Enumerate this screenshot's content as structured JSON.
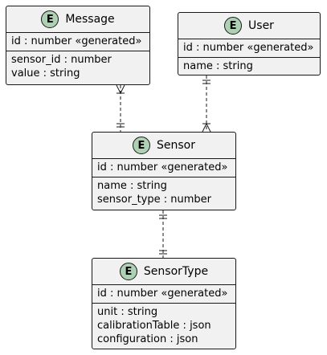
{
  "entity_badge_letter": "E",
  "colors": {
    "entity_fill": "#f1f1f1",
    "badge_fill": "#add1b2",
    "border": "#181818"
  },
  "entities": {
    "message": {
      "name": "Message",
      "pk": "id : number «generated»",
      "attrs": [
        "sensor_id : number",
        "value : string"
      ]
    },
    "user": {
      "name": "User",
      "pk": "id : number «generated»",
      "attrs": [
        "name : string"
      ]
    },
    "sensor": {
      "name": "Sensor",
      "pk": "id : number «generated»",
      "attrs": [
        "name : string",
        "sensor_type : number"
      ]
    },
    "sensortype": {
      "name": "SensorType",
      "pk": "id : number «generated»",
      "attrs": [
        "unit : string",
        "calibrationTable : json",
        "configuration : json"
      ]
    }
  },
  "relationships": [
    {
      "from": "Message",
      "to": "Sensor",
      "from_cardinality": "one-or-many",
      "to_cardinality": "exactly-one"
    },
    {
      "from": "User",
      "to": "Sensor",
      "from_cardinality": "exactly-one",
      "to_cardinality": "one-or-many"
    },
    {
      "from": "Sensor",
      "to": "SensorType",
      "from_cardinality": "exactly-one",
      "to_cardinality": "exactly-one"
    }
  ]
}
